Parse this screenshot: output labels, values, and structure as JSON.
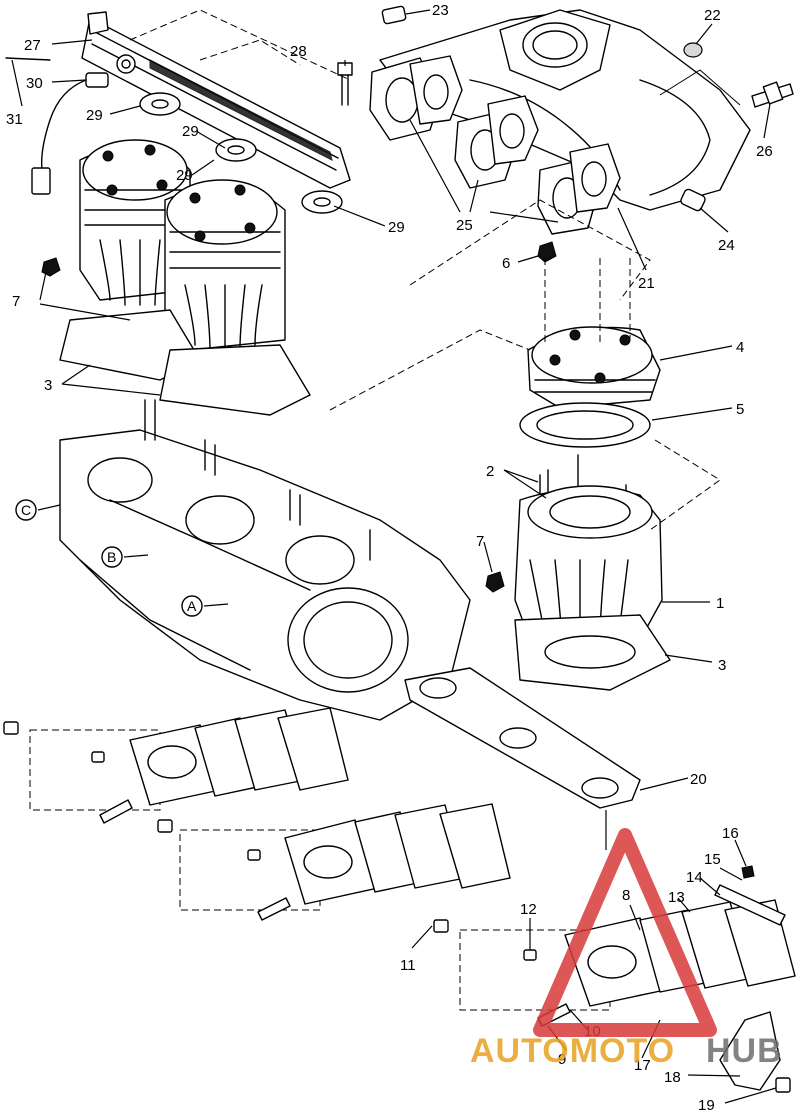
{
  "callouts": [
    "31",
    "30",
    "27",
    "29",
    "29",
    "29",
    "29",
    "28",
    "23",
    "22",
    "26",
    "25",
    "24",
    "21",
    "7",
    "3",
    "6",
    "4",
    "5",
    "2",
    "7",
    "1",
    "3",
    "20",
    "C",
    "B",
    "A",
    "16",
    "15",
    "14",
    "13",
    "12",
    "8",
    "11",
    "10",
    "9",
    "17",
    "18",
    "19"
  ],
  "watermark": {
    "text_a": "AUTOMOTO",
    "text_b": "HUB",
    "color_a": "#e8a020",
    "color_b": "#6e6e6e",
    "triangle_color": "#d83a3a"
  }
}
